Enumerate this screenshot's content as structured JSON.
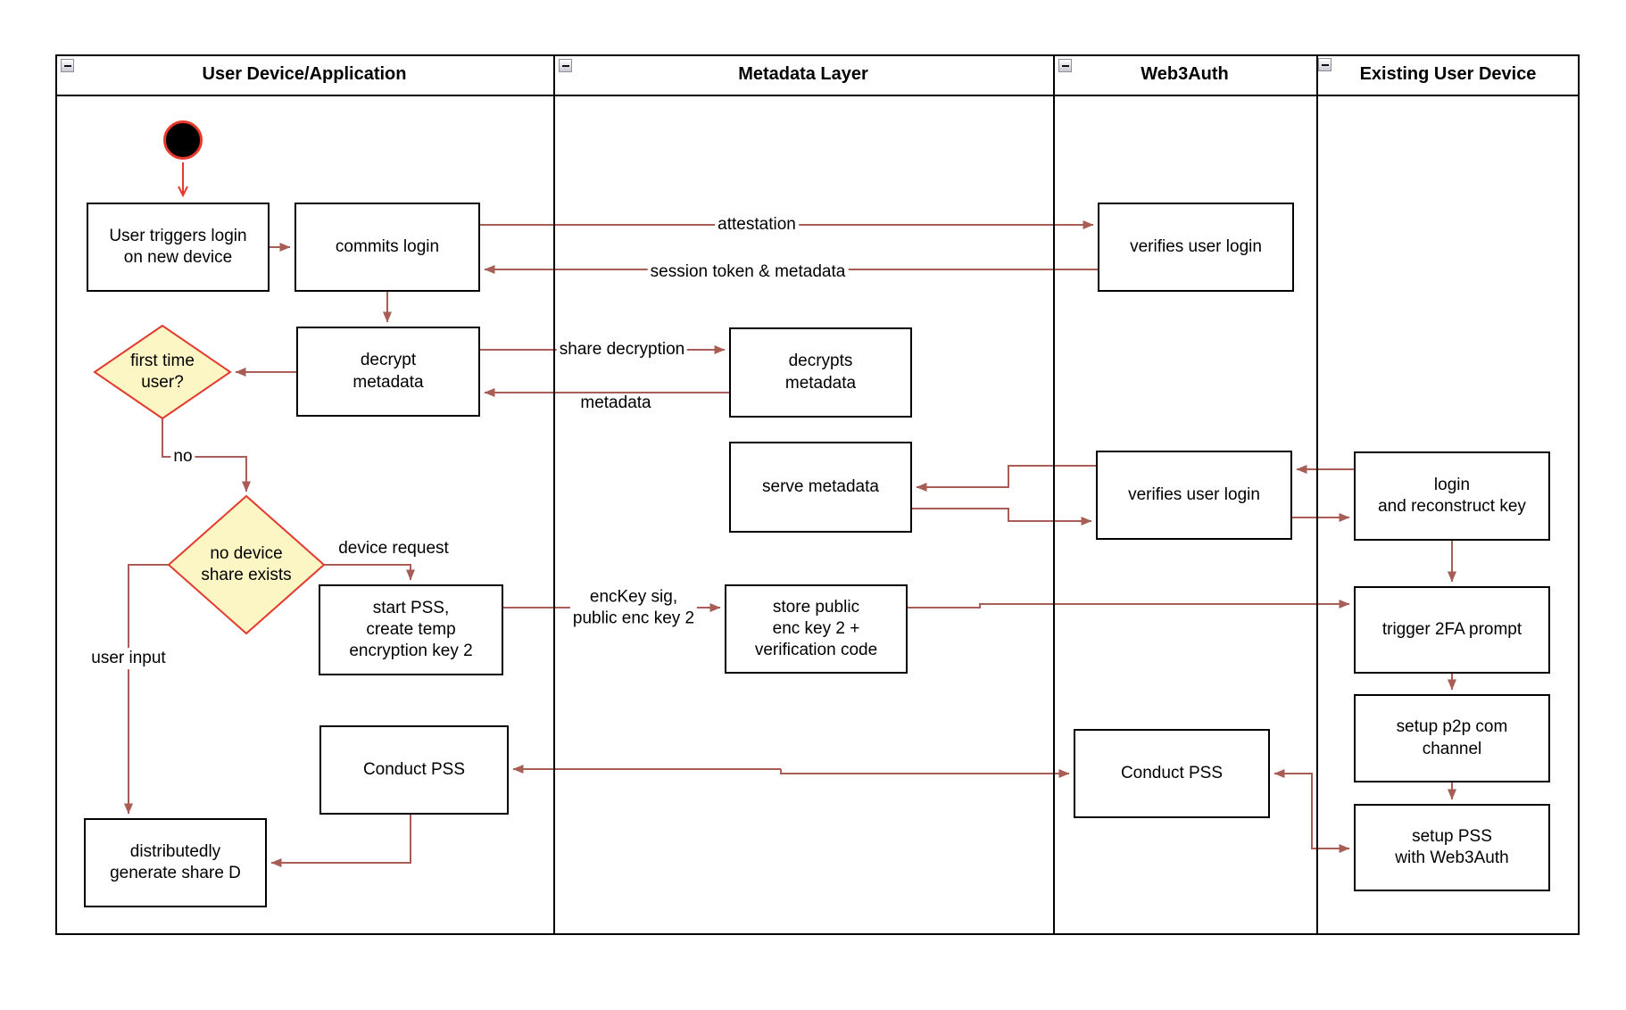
{
  "diagram_type": "swimlane-activity-diagram",
  "colors": {
    "background": "#ffffff",
    "lane_border": "#000000",
    "box_border": "#000000",
    "box_fill": "#ffffff",
    "arrow_brown": "#a85d55",
    "arrow_red": "#e8392b",
    "diamond_fill": "#fbf6c3",
    "diamond_border": "#e23a2e",
    "start_node_fill": "#000000",
    "start_node_border": "#e8392b",
    "text": "#000000"
  },
  "lanes": [
    {
      "title": "User Device/Application"
    },
    {
      "title": "Metadata Layer"
    },
    {
      "title": "Web3Auth"
    },
    {
      "title": "Existing User Device"
    }
  ],
  "icons": {
    "collapse": "minus-collapse-button"
  },
  "nodes": {
    "user_triggers": {
      "label": "User triggers login\non new device"
    },
    "commits_login": {
      "label": "commits login"
    },
    "decrypt_metadata": {
      "label": "decrypt\nmetadata"
    },
    "first_time_user": {
      "label": "first time\nuser?"
    },
    "no_device_share": {
      "label": "no device\nshare exists"
    },
    "start_pss": {
      "label": "start PSS,\ncreate temp\nencryption key 2"
    },
    "conduct_pss_user": {
      "label": "Conduct PSS"
    },
    "distributedly_generate": {
      "label": "distributedly\ngenerate share D"
    },
    "decrypts_metadata": {
      "label": "decrypts\nmetadata"
    },
    "serve_metadata": {
      "label": "serve metadata"
    },
    "store_public_key": {
      "label": "store public\nenc key 2 +\nverification code"
    },
    "verifies_user_login_1": {
      "label": "verifies user login"
    },
    "verifies_user_login_2": {
      "label": "verifies user login"
    },
    "conduct_pss_web3": {
      "label": "Conduct PSS"
    },
    "login_reconstruct": {
      "label": "login\nand reconstruct key"
    },
    "trigger_2fa": {
      "label": "trigger 2FA prompt"
    },
    "setup_p2p": {
      "label": "setup p2p com\nchannel"
    },
    "setup_pss": {
      "label": "setup PSS\nwith Web3Auth"
    }
  },
  "edge_labels": {
    "attestation": "attestation",
    "session_token": "session token & metadata",
    "share_decryption": "share decryption",
    "metadata": "metadata",
    "no": "no",
    "device_request": "device request",
    "enc_key": "encKey sig,\npublic enc key 2",
    "user_input": "user input"
  }
}
